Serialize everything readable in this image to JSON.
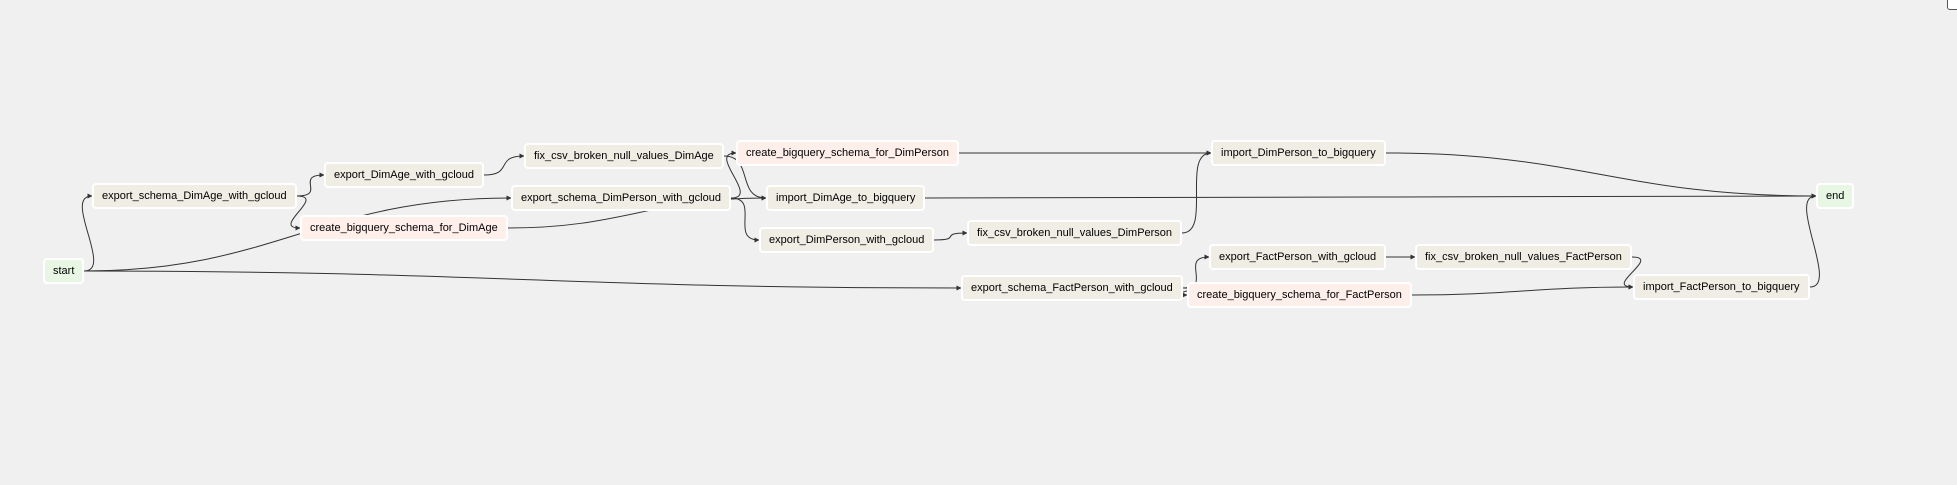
{
  "colors": {
    "background": "#f0f0f0",
    "edge": "#333333",
    "node_border": "#ffffff",
    "dummy_operator": "#e8f7e4",
    "bash_operator": "#f0ede4",
    "python_operator": "#ffefeb"
  },
  "nodes": [
    {
      "id": "start",
      "label": "start",
      "kind": "dummy_operator"
    },
    {
      "id": "export_schema_DimAge",
      "label": "export_schema_DimAge_with_gcloud",
      "kind": "bash_operator"
    },
    {
      "id": "export_DimAge",
      "label": "export_DimAge_with_gcloud",
      "kind": "bash_operator"
    },
    {
      "id": "fix_csv_DimAge",
      "label": "fix_csv_broken_null_values_DimAge",
      "kind": "bash_operator"
    },
    {
      "id": "create_schema_DimAge",
      "label": "create_bigquery_schema_for_DimAge",
      "kind": "python_operator"
    },
    {
      "id": "export_schema_DimPerson",
      "label": "export_schema_DimPerson_with_gcloud",
      "kind": "bash_operator"
    },
    {
      "id": "create_schema_DimPerson",
      "label": "create_bigquery_schema_for_DimPerson",
      "kind": "python_operator"
    },
    {
      "id": "import_DimAge",
      "label": "import_DimAge_to_bigquery",
      "kind": "bash_operator"
    },
    {
      "id": "export_DimPerson",
      "label": "export_DimPerson_with_gcloud",
      "kind": "bash_operator"
    },
    {
      "id": "fix_csv_DimPerson",
      "label": "fix_csv_broken_null_values_DimPerson",
      "kind": "bash_operator"
    },
    {
      "id": "import_DimPerson",
      "label": "import_DimPerson_to_bigquery",
      "kind": "bash_operator"
    },
    {
      "id": "export_schema_FactPerson",
      "label": "export_schema_FactPerson_with_gcloud",
      "kind": "bash_operator"
    },
    {
      "id": "create_schema_FactPerson",
      "label": "create_bigquery_schema_for_FactPerson",
      "kind": "python_operator"
    },
    {
      "id": "export_FactPerson",
      "label": "export_FactPerson_with_gcloud",
      "kind": "bash_operator"
    },
    {
      "id": "fix_csv_FactPerson",
      "label": "fix_csv_broken_null_values_FactPerson",
      "kind": "bash_operator"
    },
    {
      "id": "import_FactPerson",
      "label": "import_FactPerson_to_bigquery",
      "kind": "bash_operator"
    },
    {
      "id": "end",
      "label": "end",
      "kind": "dummy_operator"
    }
  ],
  "edges": [
    {
      "from": "start",
      "to": "export_schema_DimAge"
    },
    {
      "from": "start",
      "to": "export_schema_DimPerson"
    },
    {
      "from": "start",
      "to": "export_schema_FactPerson"
    },
    {
      "from": "export_schema_DimAge",
      "to": "export_DimAge"
    },
    {
      "from": "export_schema_DimAge",
      "to": "create_schema_DimAge"
    },
    {
      "from": "export_DimAge",
      "to": "fix_csv_DimAge"
    },
    {
      "from": "fix_csv_DimAge",
      "to": "import_DimAge"
    },
    {
      "from": "create_schema_DimAge",
      "to": "import_DimAge"
    },
    {
      "from": "import_DimAge",
      "to": "end"
    },
    {
      "from": "export_schema_DimPerson",
      "to": "export_DimPerson"
    },
    {
      "from": "export_schema_DimPerson",
      "to": "create_schema_DimPerson"
    },
    {
      "from": "export_DimPerson",
      "to": "fix_csv_DimPerson"
    },
    {
      "from": "fix_csv_DimPerson",
      "to": "import_DimPerson"
    },
    {
      "from": "create_schema_DimPerson",
      "to": "import_DimPerson"
    },
    {
      "from": "import_DimPerson",
      "to": "end"
    },
    {
      "from": "export_schema_FactPerson",
      "to": "export_FactPerson"
    },
    {
      "from": "export_schema_FactPerson",
      "to": "create_schema_FactPerson"
    },
    {
      "from": "export_FactPerson",
      "to": "fix_csv_FactPerson"
    },
    {
      "from": "fix_csv_FactPerson",
      "to": "import_FactPerson"
    },
    {
      "from": "create_schema_FactPerson",
      "to": "import_FactPerson"
    },
    {
      "from": "import_FactPerson",
      "to": "end"
    }
  ]
}
